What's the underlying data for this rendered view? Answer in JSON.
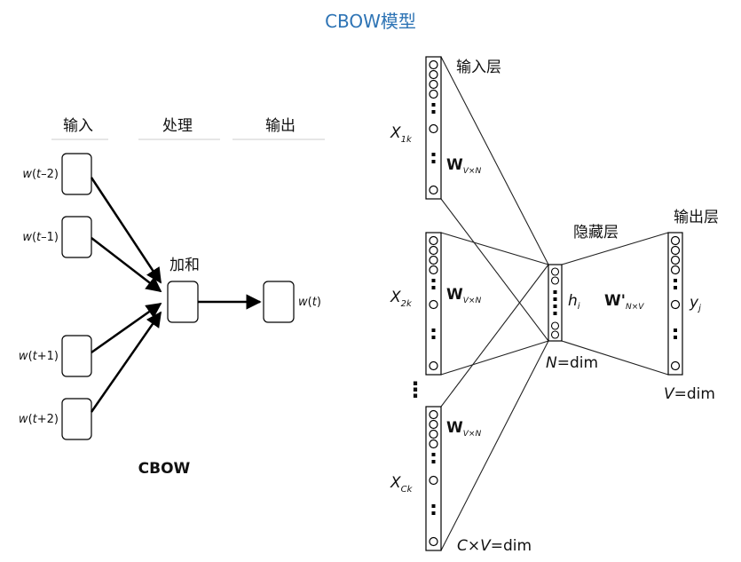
{
  "page": {
    "title": "CBOW模型"
  },
  "left_diagram": {
    "column_headers": {
      "input": "输入",
      "process": "处理",
      "output": "输出"
    },
    "inputs": [
      {
        "w": "w",
        "open": "(",
        "t": "t",
        "offset": "–2",
        "close": ")"
      },
      {
        "w": "w",
        "open": "(",
        "t": "t",
        "offset": "–1",
        "close": ")"
      },
      {
        "w": "w",
        "open": "(",
        "t": "t",
        "offset": "+1",
        "close": ")"
      },
      {
        "w": "w",
        "open": "(",
        "t": "t",
        "offset": "+2",
        "close": ")"
      }
    ],
    "sum_label": "加和",
    "output": {
      "w": "w",
      "open": "(",
      "t": "t",
      "close": ")"
    },
    "caption": "CBOW"
  },
  "right_diagram": {
    "input_layer_label": "输入层",
    "hidden_layer_label": "隐藏层",
    "output_layer_label": "输出层",
    "x1": {
      "base": "X",
      "sub": "1k"
    },
    "x2": {
      "base": "X",
      "sub": "2k"
    },
    "xc": {
      "base": "X",
      "sub": "Ck"
    },
    "w_in": {
      "base": "W",
      "sub": "V×N"
    },
    "w_out": {
      "base": "W'",
      "sub": "N×V"
    },
    "hidden_var": {
      "base": "h",
      "sub": "i"
    },
    "output_var": {
      "base": "y",
      "sub": "j"
    },
    "n_dim": {
      "var": "N",
      "rest": "=dim"
    },
    "v_dim": {
      "var": "V",
      "rest": "=dim"
    },
    "cv_dim": {
      "var": "C×V",
      "rest": "=dim"
    },
    "ellipsis": "⋮"
  }
}
